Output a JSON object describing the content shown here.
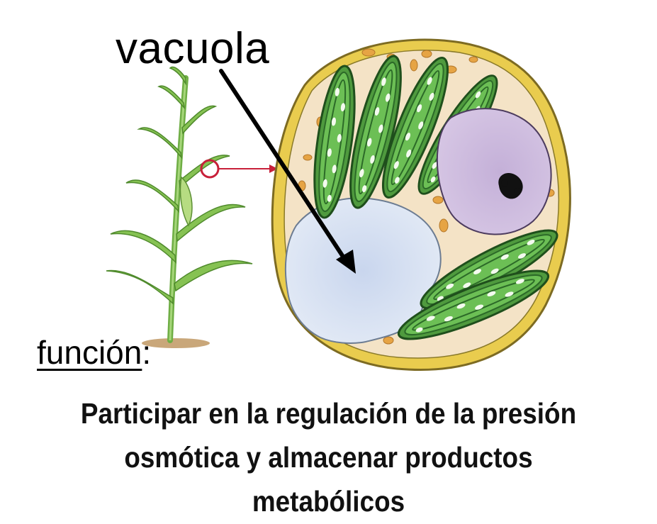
{
  "labels": {
    "structure": "vacuola",
    "function_heading": "función",
    "function_colon": ":",
    "description_lines": [
      "Participar en la regulación de la presión",
      "osmótica y almacenar productos",
      "metabólicos"
    ]
  },
  "colors": {
    "cell_wall": "#e6c84a",
    "cell_wall_outline": "#8a7a2a",
    "cytoplasm": "#f3e2c4",
    "vacuole": "#d8e2f2",
    "chloroplast": "#5aa84a",
    "chloroplast_dark": "#2f6e2a",
    "nucleus": "#c9b3d9",
    "nucleolus": "#111111",
    "granules": "#e8a848",
    "pointer_circle": "#c8203a",
    "plant_green": "#7db84e",
    "soil": "#c8a878"
  },
  "icons": {
    "plant": "corn-plant-icon",
    "cell": "plant-cell-illustration",
    "pointer": "magnify-circle-icon"
  }
}
